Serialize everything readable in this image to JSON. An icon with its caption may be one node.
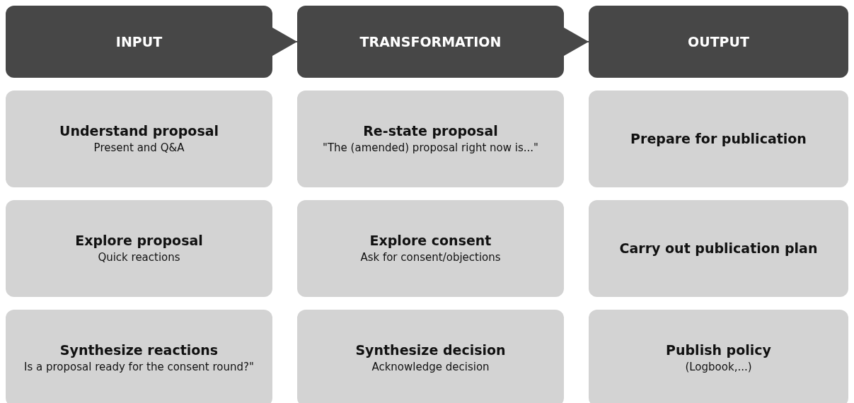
{
  "diagram": {
    "nodes": [
      {
        "text": [
          "INPUT"
        ]
      },
      {
        "text": [
          "TRANSFORMATION"
        ]
      },
      {
        "text": [
          "OUTPUT"
        ]
      },
      {
        "text": [
          "Understand proposal",
          "Present and Q&A"
        ]
      },
      {
        "text": [
          "Re-state proposal",
          "\"The (amended) proposal right now is...\""
        ]
      },
      {
        "text": [
          "Prepare for publication"
        ]
      },
      {
        "text": [
          "Explore proposal",
          "Quick reactions"
        ]
      },
      {
        "text": [
          "Explore consent",
          "Ask for consent/objections"
        ]
      },
      {
        "text": [
          "Carry out publication plan"
        ]
      },
      {
        "text": [
          "Synthesize reactions",
          "Is a proposal ready for the consent round?\""
        ]
      },
      {
        "text": [
          "Synthesize decision",
          "Acknowledge decision"
        ]
      },
      {
        "text": [
          "Publish policy",
          "(Logbook,...)"
        ]
      }
    ],
    "edges": [
      {
        "from": 0,
        "to": 1,
        "arrow": "to"
      },
      {
        "from": 1,
        "to": 2,
        "arrow": "to"
      }
    ]
  }
}
